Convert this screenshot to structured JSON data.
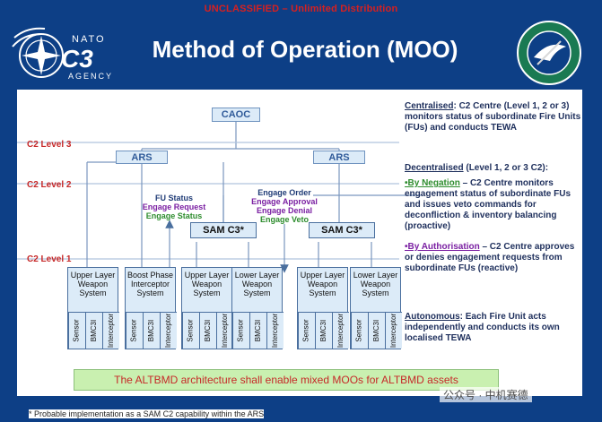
{
  "banner": "UNCLASSIFIED – Unlimited Distribution",
  "logo": {
    "nato": "NATO",
    "c3": "C3",
    "agency": "AGENCY"
  },
  "title": "Method of Operation (MOO)",
  "levels": {
    "l3": "C2 Level 3",
    "l2": "C2 Level 2",
    "l1": "C2 Level 1"
  },
  "nodes": {
    "caoc": "CAOC",
    "ars_left": "ARS",
    "ars_right": "ARS",
    "sam_left": "SAM C3*",
    "sam_right": "SAM C3*"
  },
  "units": [
    {
      "label": "Upper Layer Weapon System"
    },
    {
      "label": "Boost Phase Interceptor System"
    },
    {
      "label": "Upper Layer Weapon System"
    },
    {
      "label": "Lower Layer Weapon System"
    },
    {
      "label": "Upper Layer Weapon System"
    },
    {
      "label": "Lower Layer Weapon System"
    }
  ],
  "unit_parts": {
    "sensor": "Sensor",
    "bmc3i": "BMC3I",
    "interceptor": "Interceptor"
  },
  "fu_status": {
    "l1": "FU Status",
    "l2": "Engage Request",
    "l3": "Engage Status"
  },
  "engage": {
    "l1": "Engage Order",
    "l2": "Engage Approval",
    "l3": "Engage Denial",
    "l4": "Engage Veto"
  },
  "right": {
    "centralised_head": "Centralised",
    "centralised_text": ": C2 Centre (Level 1, 2 or 3) monitors status of subordinate Fire Units (FUs) and conducts TEWA",
    "decentralised_head": "Decentralised",
    "decentralised_text": " (Level 1, 2 or 3 C2):",
    "negation_head": "•By Negation",
    "negation_text": " – C2 Centre monitors engagement status of subordinate FUs and issues veto commands for deconfliction & inventory balancing (proactive)",
    "authorisation_head": "•By Authorisation",
    "authorisation_text": " – C2 Centre approves or denies engagement requests from subordinate FUs (reactive)",
    "autonomous_head": "Autonomous",
    "autonomous_text": ": Each Fire Unit acts independently and conducts its own localised TEWA"
  },
  "note": "The ALTBMD architecture shall enable mixed MOOs for ALTBMD assets",
  "footnote": "* Probable implementation as a SAM C2 capability within the ARS",
  "watermark": "公众号 · 中机赛德",
  "colors": {
    "background": "#0d3f86",
    "banner": "#d62020",
    "level": "#c62828",
    "box": "#dcebf8",
    "note_bg": "#c9f0b0",
    "green": "#2d8c2d",
    "purple": "#7a1fa2"
  }
}
